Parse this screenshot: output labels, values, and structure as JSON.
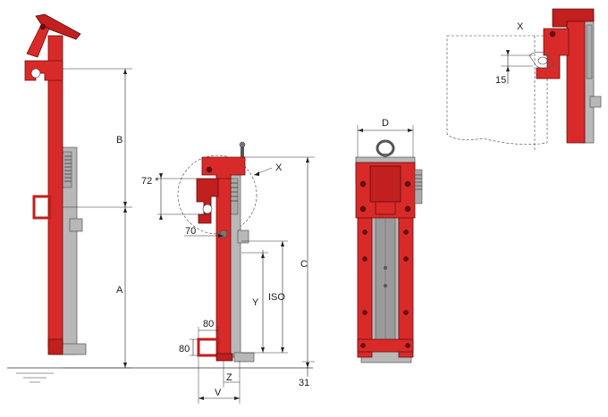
{
  "labels": {
    "A": "A",
    "B": "B",
    "C": "C",
    "D": "D",
    "X_side": "X",
    "X_detail": "X",
    "Y": "Y",
    "ISO": "ISO",
    "V": "V",
    "Z": "Z",
    "dim_72": "72 *",
    "dim_70": "70",
    "dim_80_h": "80",
    "dim_80_v": "80",
    "dim_31": "31",
    "dim_15": "15"
  },
  "colors": {
    "body_red": "#d92a2a",
    "carriage_grey": "#b8b8b8"
  }
}
